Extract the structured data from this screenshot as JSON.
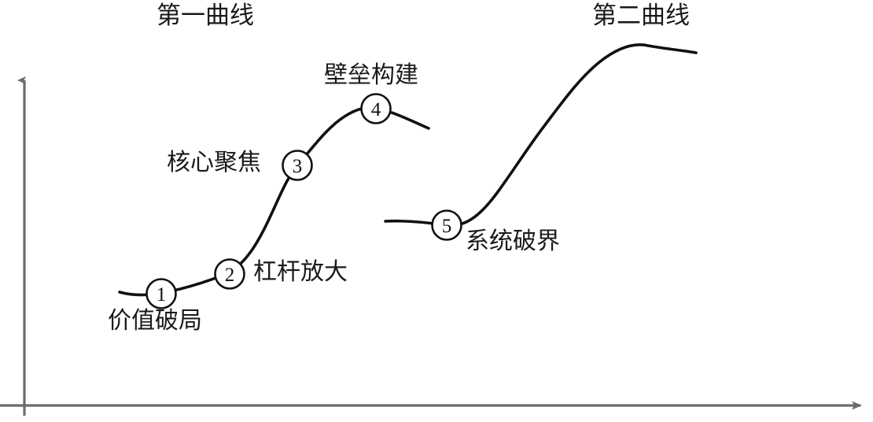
{
  "figure": {
    "type": "two-s-curve-growth-diagram",
    "background_color": "#ffffff",
    "axis_color": "#6b6b6b",
    "curve_color": "#111111",
    "text_color": "#1a1a1a"
  },
  "axes": {
    "y_axis_name": "vertical-axis",
    "x_axis_name": "horizontal-axis",
    "y_axis_has_arrow": true,
    "x_axis_has_arrow": true
  },
  "titles": {
    "first_curve": "第一曲线",
    "second_curve": "第二曲线"
  },
  "nodes": [
    {
      "number": "1",
      "label": "价值破局"
    },
    {
      "number": "2",
      "label": "杠杆放大"
    },
    {
      "number": "3",
      "label": "核心聚焦"
    },
    {
      "number": "4",
      "label": "壁垒构建"
    },
    {
      "number": "5",
      "label": "系统破界"
    }
  ],
  "chart_data": {
    "type": "line",
    "title": "",
    "xlabel": "",
    "ylabel": "",
    "grid": false,
    "legend": "none",
    "series": [
      {
        "name": "第一曲线",
        "points": [
          {
            "x": 152,
            "y": 370,
            "node": null
          },
          {
            "x": 205,
            "y": 373,
            "node": "1"
          },
          {
            "x": 292,
            "y": 348,
            "node": "2"
          },
          {
            "x": 378,
            "y": 210,
            "node": "3"
          },
          {
            "x": 478,
            "y": 138,
            "node": "4"
          },
          {
            "x": 545,
            "y": 163,
            "node": null
          }
        ]
      },
      {
        "name": "第二曲线",
        "points": [
          {
            "x": 490,
            "y": 282,
            "node": null
          },
          {
            "x": 568,
            "y": 286,
            "node": "5"
          },
          {
            "x": 700,
            "y": 175,
            "node": null
          },
          {
            "x": 820,
            "y": 58,
            "node": null
          },
          {
            "x": 885,
            "y": 67,
            "node": null
          }
        ]
      }
    ]
  }
}
